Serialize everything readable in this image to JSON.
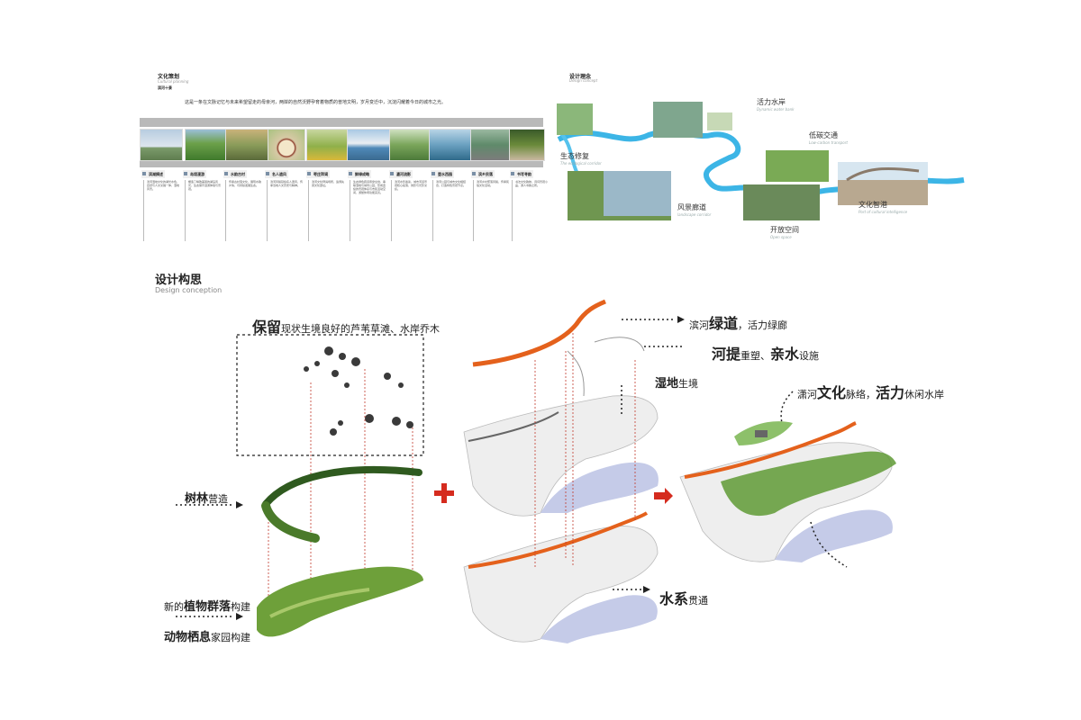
{
  "culture": {
    "title": "文化策划",
    "subtitle": "Cultural planning",
    "tag": "滨河十景",
    "slogan": "这是一条在文脉记忆与未来希望留走的母亲河，两岸的自然沃野孕育着物质的普地文明，岁月变迁中，沉淀闪耀着今日的城市之光。",
    "columns": [
      {
        "head": "滨湖摘述",
        "body": "滨河湿地文化的湖光水色，自然与人文交融一体，湿地风景。"
      },
      {
        "head": "岛境漫游",
        "body": "塑造了精致美丽的湖岛风光，生态保育漫游体验与景观。"
      },
      {
        "head": "水韵古村",
        "body": "传承古村落文化，展现水韵乡情，可持续发展生态。"
      },
      {
        "head": "名人遗风",
        "body": "滨河风貌延续名人遗风，传承当地人文历史与精神。"
      },
      {
        "head": "枣庄拜谒",
        "body": "滨河文化拜谒场所，追溯先贤文化遗址。"
      },
      {
        "head": "鲜绿成略",
        "body": "生态绿色廊道贯穿全线，串联湿地与城市公园，形成连续的景观体系与市民活动空间，游憩休闲功能完善。"
      },
      {
        "head": "漉河流影",
        "body": "滨河水影婆娑，城市河道景观核心段落，倒影与光影交织。"
      },
      {
        "head": "壶水西园",
        "body": "滨河公园与城市文化相结合，打造特色景观节点。"
      },
      {
        "head": "滨乡民落",
        "body": "滨河乡村聚落风貌，传承民俗文化活动。"
      },
      {
        "head": "书写寻韵",
        "body": "书法文化韵味，诗词景观小品，游人寻韵之所。"
      }
    ]
  },
  "concept": {
    "title": "设计理念",
    "subtitle": "Design concept",
    "labels": [
      {
        "cn": "活力水岸",
        "en": "Dynamic water bank"
      },
      {
        "cn": "生态修复",
        "en": "The ecological corridor"
      },
      {
        "cn": "低碳交通",
        "en": "Low-carbon transport"
      },
      {
        "cn": "风景廊道",
        "en": "landscape corridor"
      },
      {
        "cn": "文化智港",
        "en": "Port of cultural intelligence"
      },
      {
        "cn": "开放空间",
        "en": "Open space"
      }
    ]
  },
  "design": {
    "title": "设计构思",
    "subtitle": "Design conception",
    "keep_bold": "保留",
    "keep_rest": "现状生境良好的芦苇草滩、水岸乔木",
    "forest_bold": "树林",
    "forest_rest": "营造",
    "plant_a": "新的",
    "plant_bold": "植物群落",
    "plant_b": "构建",
    "animal_bold": "动物栖息",
    "animal_rest": "家园构建",
    "greenway_a": "滨河",
    "greenway_bold": "绿道",
    "greenway_b": "，活力绿廊",
    "dike_bold1": "河提",
    "dike_mid": "重塑、",
    "dike_bold2": "亲水",
    "dike_rest": "设施",
    "wetland_bold": "湿地",
    "wetland_rest": "生境",
    "water_bold": "水系",
    "water_rest": "贯通",
    "culture_a": "潇河",
    "culture_bold": "文化",
    "culture_b": "脉络，",
    "culture_bold2": "活力",
    "culture_c": "休闲水岸"
  },
  "colors": {
    "orange": "#e4611c",
    "red": "#d52b1e",
    "water": "#c5cbe8",
    "green": "#4d8a2e"
  }
}
